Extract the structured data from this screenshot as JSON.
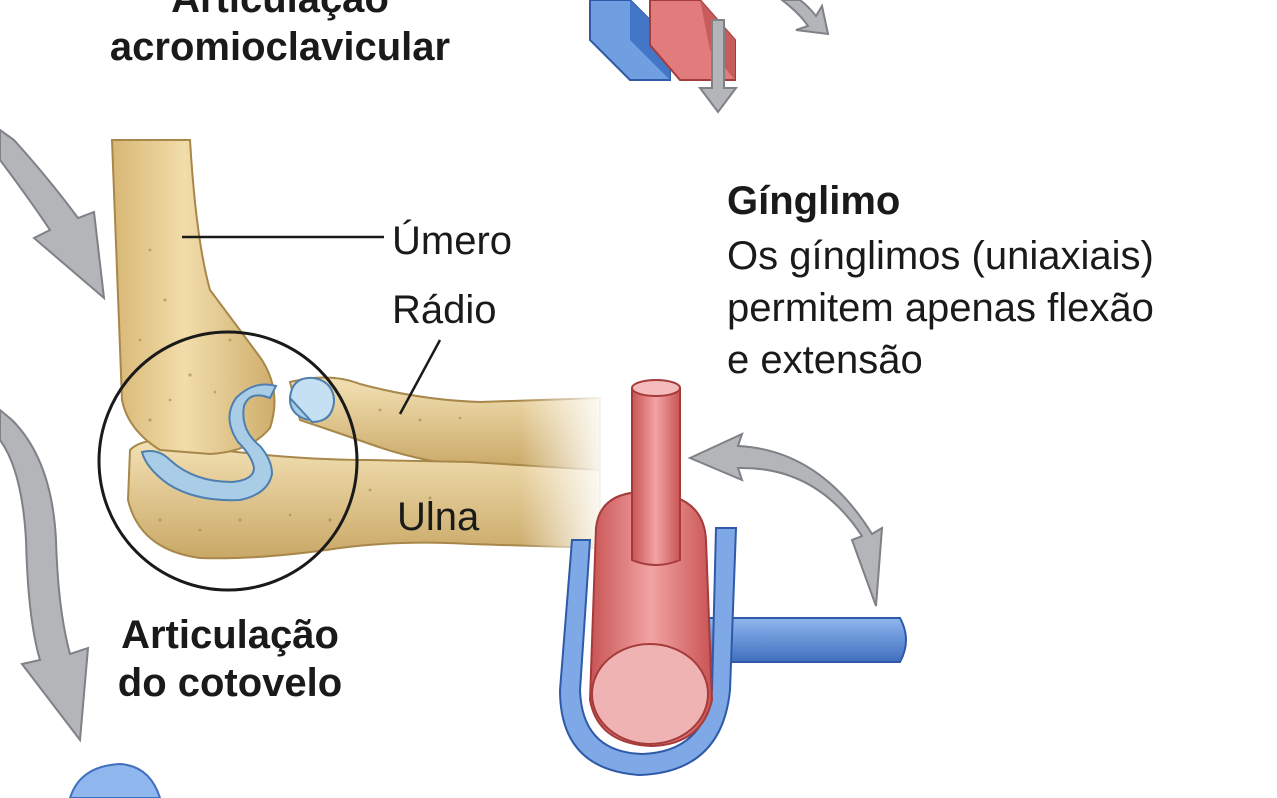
{
  "labels": {
    "top_joint": "Articulação\nacromioclavicular",
    "humerus": "Úmero",
    "radius": "Rádio",
    "ulna": "Ulna",
    "elbow_joint": "Articulação\ndo cotovelo"
  },
  "hinge": {
    "title": "Gínglimo",
    "description": "Os gínglimos (uniaxiais)\npermitem apenas flexão\ne extensão"
  },
  "colors": {
    "bone": "#e8cf98",
    "bone_shadow": "#c9a866",
    "cartilage": "#9cc3e0",
    "model_red": "#e27c7c",
    "model_blue": "#5b8fd6",
    "arrow_gray": "#b3b5b8"
  },
  "icons": [
    "curved-arrow-icon",
    "hinge-joint-model-icon",
    "plane-joint-model-icon"
  ]
}
